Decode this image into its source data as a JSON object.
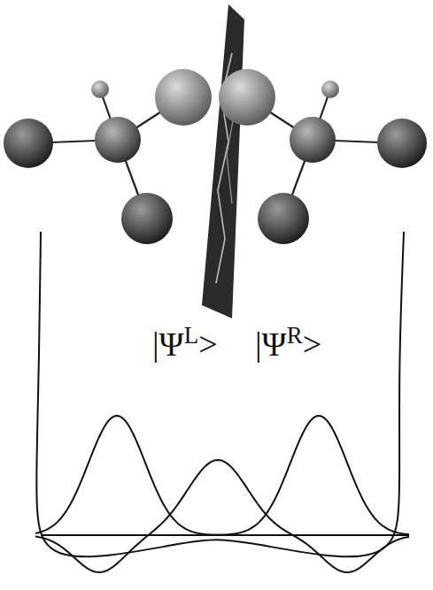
{
  "diagram": {
    "labels": [
      "|Ψ",
      "L",
      ">",
      "|Ψ",
      "R",
      ">"
    ]
  }
}
